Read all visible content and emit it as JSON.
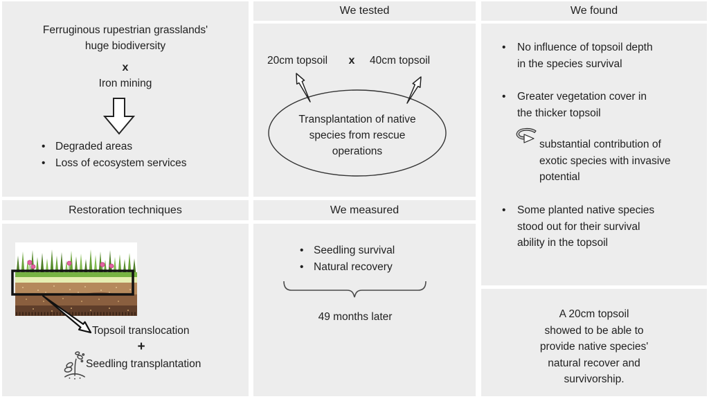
{
  "colors": {
    "panel_gray": "#ededed",
    "text": "#1f1f1f",
    "flower_pink": "#e263a2",
    "grass_green": "#69a33a",
    "topsoil_pale": "#e6eeb2",
    "soil_light_brown": "#b5895c",
    "soil_dark_brown": "#5f3e2a",
    "arrow_gray": "#c9c9c9"
  },
  "left": {
    "problem": {
      "title": "Ferruginous rupestrian grasslands'\nhuge biodiversity",
      "cross": "x",
      "factor": "Iron mining",
      "bullets": [
        "Degraded areas",
        "Loss of ecosystem services"
      ]
    },
    "restoration": {
      "header": "Restoration techniques",
      "label_topsoil": "Topsoil translocation",
      "plus": "+",
      "label_seedling": "Seedling transplantation"
    }
  },
  "middle": {
    "tested": {
      "header": "We tested",
      "treatment_a": "20cm topsoil",
      "cross": "x",
      "treatment_b": "40cm topsoil",
      "source": "Transplantation of native\nspecies from rescue\noperations"
    },
    "measured": {
      "header": "We measured",
      "bullets": [
        "Seedling survival",
        "Natural recovery"
      ],
      "timeframe": "49 months later"
    }
  },
  "right": {
    "found": {
      "header": "We found",
      "finding_1": "No influence of topsoil depth\nin the species survival",
      "finding_2": "Greater vegetation cover in\nthe thicker topsoil",
      "finding_2_consequence": "substantial contribution of\nexotic species with invasive\npotential",
      "finding_3": "Some planted native species\nstood out for their survival\nability in the topsoil"
    },
    "conclusion": {
      "text": "A 20cm topsoil\nshowed to be able to\nprovide native species'\nnatural recover and\nsurvivorship."
    }
  }
}
